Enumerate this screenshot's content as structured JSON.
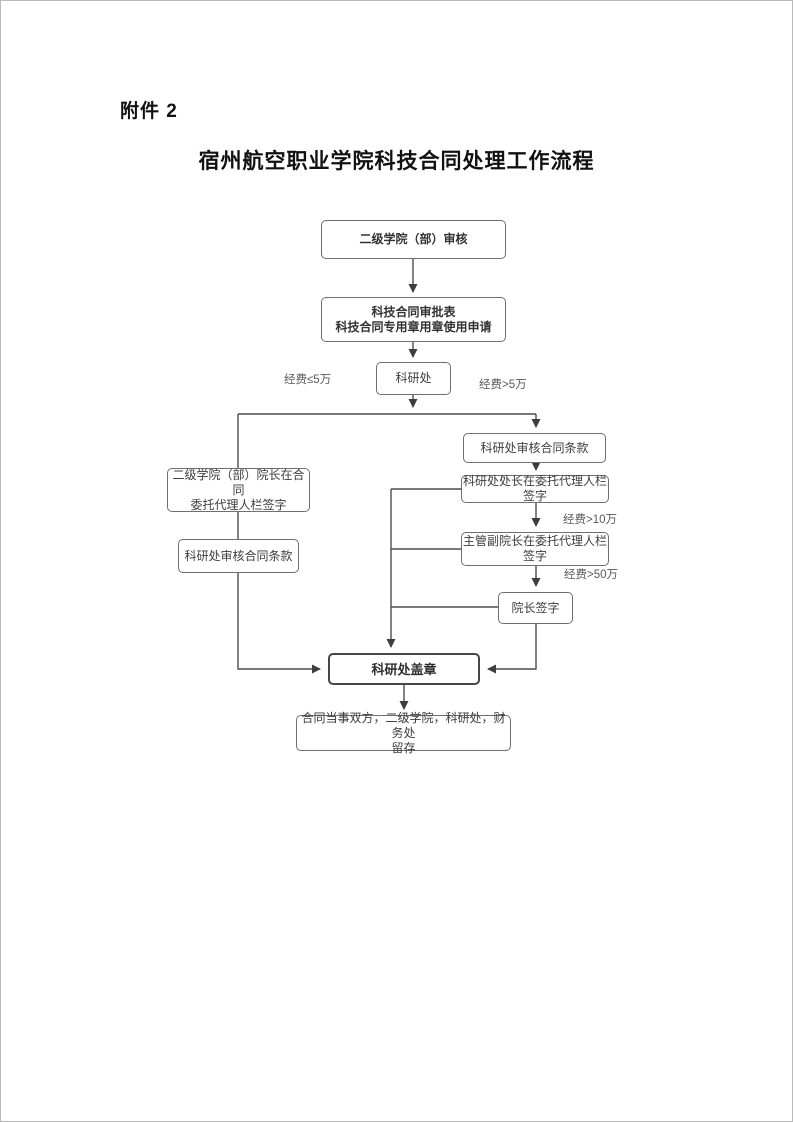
{
  "page": {
    "attachment_label": "附件 2",
    "title": "宿州航空职业学院科技合同处理工作流程"
  },
  "flowchart": {
    "type": "flowchart",
    "nodes": {
      "review": {
        "label": "二级学院（部）审核"
      },
      "form": {
        "line1": "科技合同审批表",
        "line2": "科技合同专用章用章使用申请"
      },
      "keyan": {
        "label": "科研处"
      },
      "left_sign": {
        "line1": "二级学院（部）院长在合同",
        "line2": "委托代理人栏签字"
      },
      "left_check": {
        "label": "科研处审核合同条款"
      },
      "right_check": {
        "label": "科研处审核合同条款"
      },
      "right_director": {
        "label": "科研处处长在委托代理人栏签字"
      },
      "right_vice": {
        "line1": "主管副院长在委托代理人栏",
        "line2": "签字"
      },
      "right_president": {
        "label": "院长签字"
      },
      "stamp": {
        "label": "科研处盖章"
      },
      "retain": {
        "line1": "合同当事双方，二级学院，科研处，财务处",
        "line2": "留存"
      }
    },
    "edge_labels": {
      "le5": "经费≤5万",
      "gt5": "经费>5万",
      "gt10": "经费>10万",
      "gt50": "经费>50万"
    },
    "colors": {
      "line": "#4d4d4d",
      "arrow": "#3d3d3d",
      "box_border": "#6f6f6f",
      "stamp_border": "#474747",
      "box_text": "#3d3d3d",
      "edge_label_text": "#595959"
    }
  }
}
